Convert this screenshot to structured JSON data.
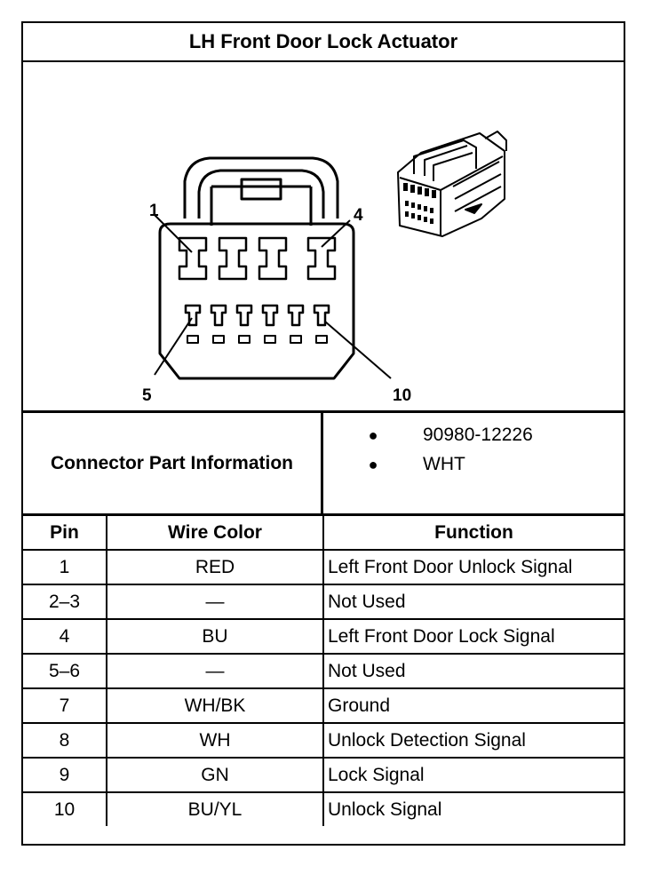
{
  "title": "LH Front Door Lock Actuator",
  "diagram": {
    "callouts": [
      "1",
      "4",
      "5",
      "10"
    ],
    "icons": [
      "connector-face-icon",
      "connector-housing-icon"
    ]
  },
  "connector_info": {
    "label": "Connector Part Information",
    "items": [
      "90980-12226",
      "WHT"
    ]
  },
  "pin_table": {
    "headers": [
      "Pin",
      "Wire Color",
      "Function"
    ],
    "rows": [
      {
        "pin": "1",
        "color": "RED",
        "function": "Left Front Door Unlock Signal"
      },
      {
        "pin": "2–3",
        "color": "—",
        "function": "Not Used"
      },
      {
        "pin": "4",
        "color": "BU",
        "function": "Left Front Door Lock Signal"
      },
      {
        "pin": "5–6",
        "color": "—",
        "function": "Not Used"
      },
      {
        "pin": "7",
        "color": "WH/BK",
        "function": "Ground"
      },
      {
        "pin": "8",
        "color": "WH",
        "function": "Unlock Detection Signal"
      },
      {
        "pin": "9",
        "color": "GN",
        "function": "Lock Signal"
      },
      {
        "pin": "10",
        "color": "BU/YL",
        "function": "Unlock Signal"
      }
    ]
  }
}
